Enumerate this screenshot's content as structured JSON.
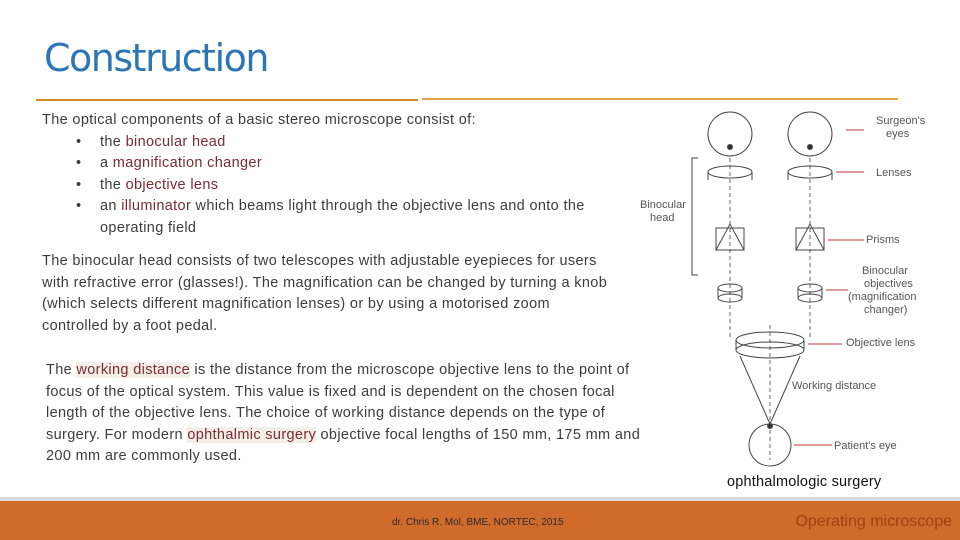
{
  "title": "Construction",
  "intro": {
    "lead": "The optical components of a basic stereo microscope consist of:",
    "bullets": [
      {
        "prefix": "the ",
        "term": "binocular head",
        "suffix": ""
      },
      {
        "prefix": "a ",
        "term": "magnification changer",
        "suffix": ""
      },
      {
        "prefix": "the ",
        "term": "objective lens",
        "suffix": ""
      },
      {
        "prefix": "an ",
        "term": "illuminator",
        "suffix": " which beams light through the objective lens and onto the operating field"
      }
    ]
  },
  "paragraph2": "The binocular head consists of two telescopes with adjustable eyepieces for users with refractive error (glasses!). The magnification can be changed by turning a knob (which selects different magnification lenses) or by using a motorised zoom controlled by a foot pedal.",
  "paragraph3": {
    "part1": "The ",
    "term1": "working distance",
    "part2": " is the distance from the microscope objective lens to the point of focus of the optical system. This value is fixed and is dependent on the chosen focal length of the objective lens. The choice of working distance depends on the type of surgery. For modern ",
    "term2": "ophthalmic surgery",
    "part3": " objective focal lengths of 150 mm, 175 mm and 200 mm are commonly used."
  },
  "diagram": {
    "labels": {
      "surgeons_eyes_1": "Surgeon's",
      "surgeons_eyes_2": "eyes",
      "lenses": "Lenses",
      "binocular_head_1": "Binocular",
      "binocular_head_2": "head",
      "prisms": "Prisms",
      "binocular_objectives_1": "Binocular",
      "binocular_objectives_2": "objectives",
      "binocular_objectives_3": "(magnification",
      "binocular_objectives_4": "changer)",
      "objective_lens": "Objective lens",
      "working_distance": "Working distance",
      "patients_eye": "Patient's eye"
    }
  },
  "caption": "ophthalmologic surgery",
  "footer": {
    "credit": "dr. Chris R. Mol, BME, NORTEC, 2015",
    "slide_title": "Operating microscope"
  },
  "colors": {
    "title": "#2e75b6",
    "accent_rule": "#d68a1e",
    "highlight_text": "#7a2a36",
    "footer_bar": "#d06b2b",
    "footer_title": "#a23f12"
  }
}
